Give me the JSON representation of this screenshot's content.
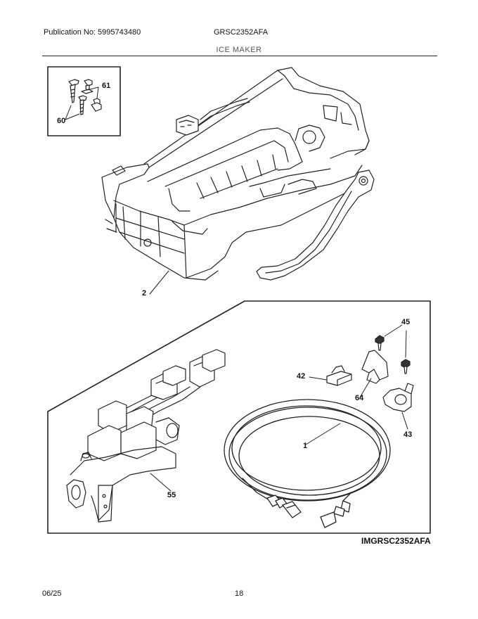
{
  "header": {
    "publication": "Publication No: 5995743480",
    "model": "GRSC2352AFA",
    "section": "ICE MAKER"
  },
  "callouts": {
    "c60": "60",
    "c61": "61",
    "c2": "2",
    "c45": "45",
    "c42": "42",
    "c64": "64",
    "c43": "43",
    "c1": "1",
    "c55": "55"
  },
  "image_ref": "IMGRSC2352AFA",
  "footer": {
    "date": "06/25",
    "page": "18"
  }
}
